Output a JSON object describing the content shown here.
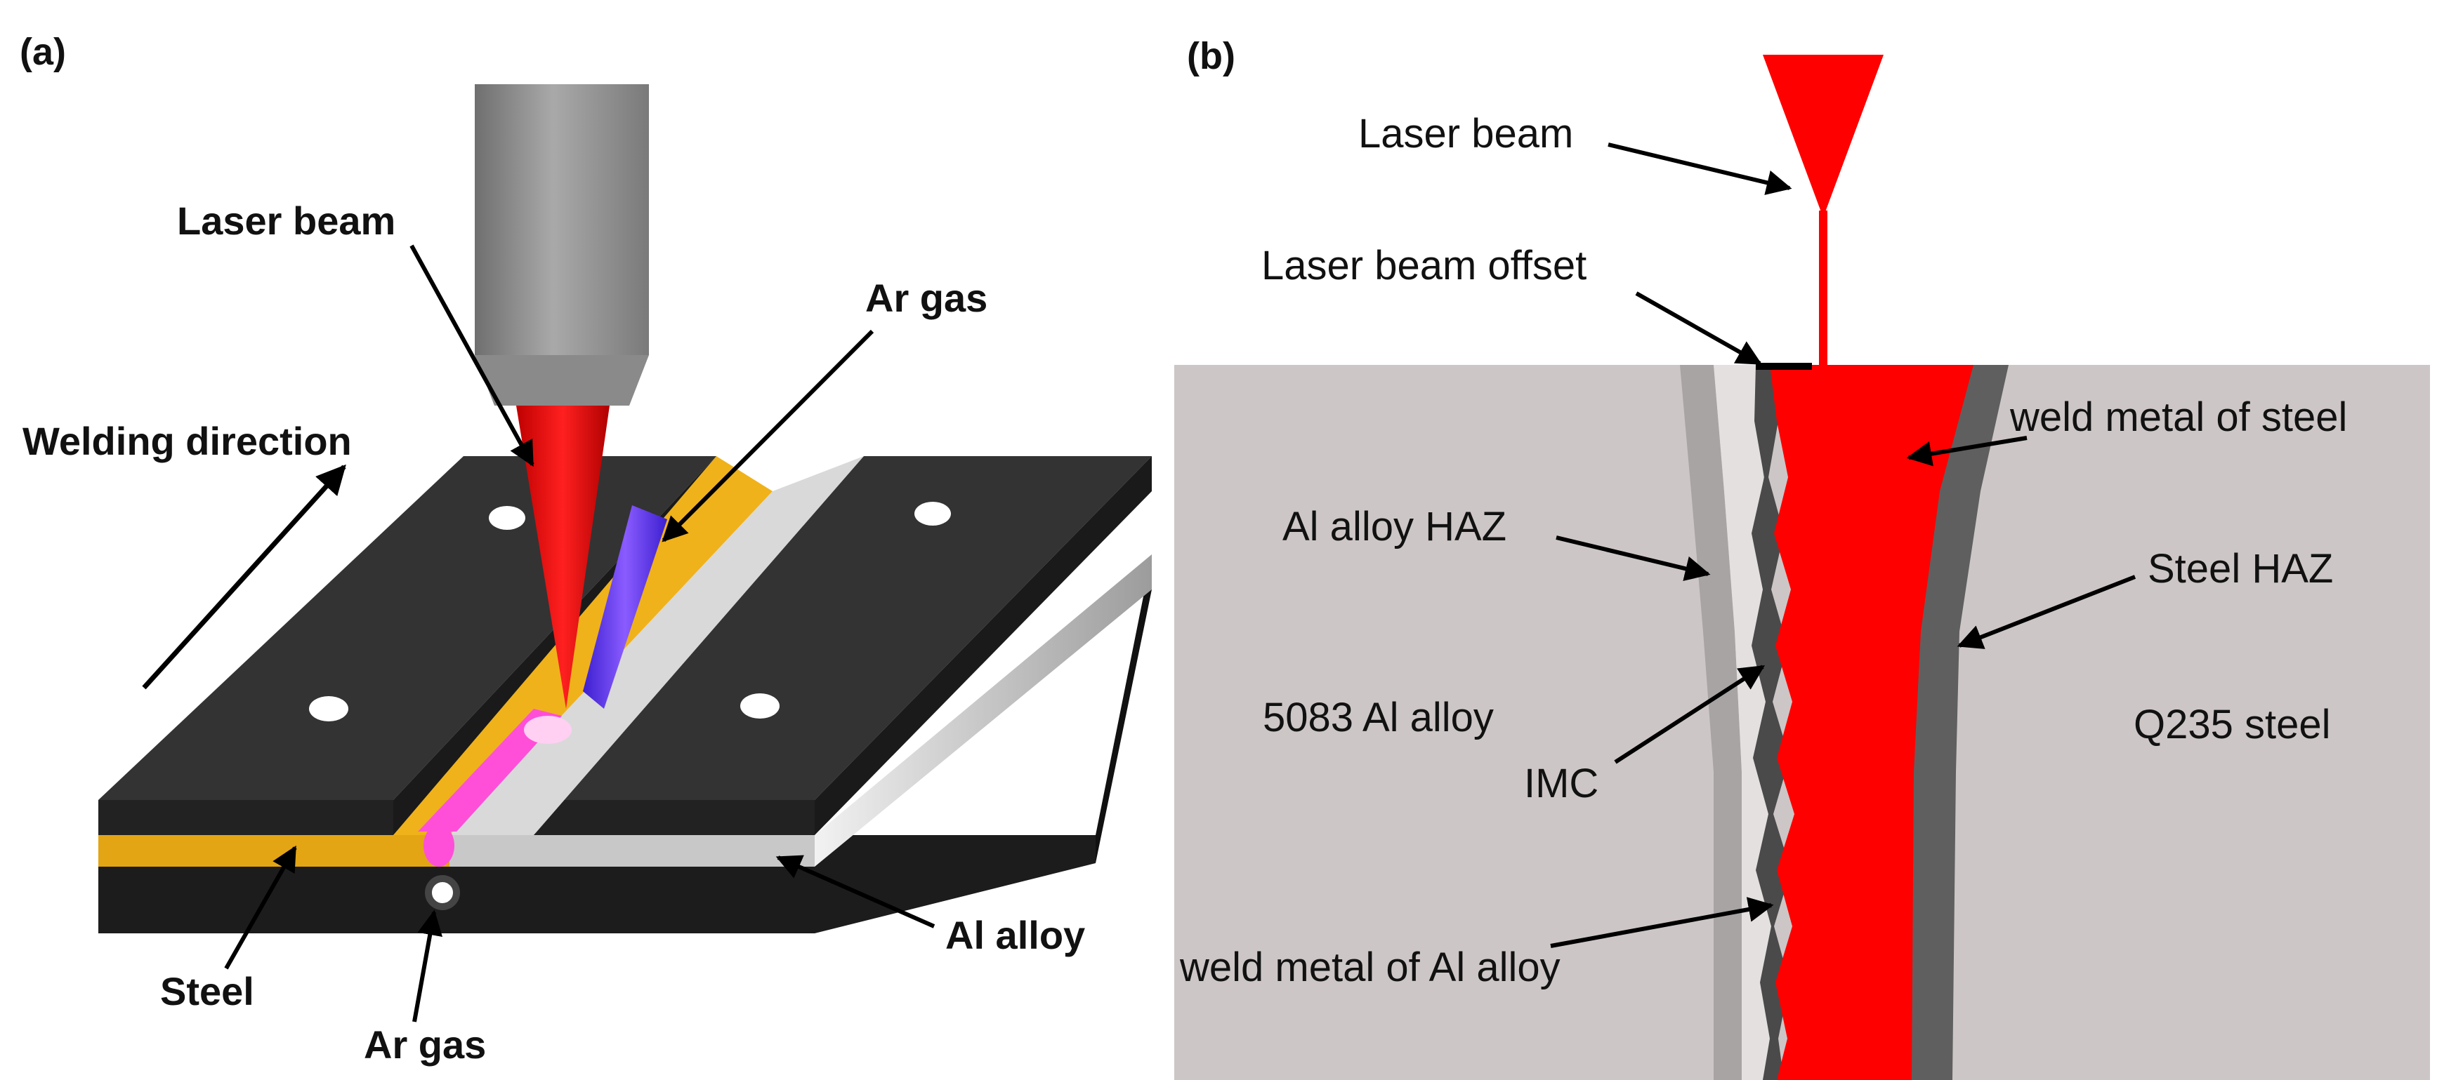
{
  "panels": {
    "a": {
      "tag": "(a)",
      "labels": {
        "laser_beam": "Laser beam",
        "ar_gas_top": "Ar gas",
        "welding_direction": "Welding direction",
        "steel": "Steel",
        "ar_gas_bottom": "Ar gas",
        "al_alloy": "Al alloy"
      }
    },
    "b": {
      "tag": "(b)",
      "labels": {
        "laser_beam": "Laser beam",
        "laser_beam_offset": "Laser beam offset",
        "weld_metal_steel": "weld metal of steel",
        "al_alloy_haz": "Al alloy HAZ",
        "steel_haz": "Steel HAZ",
        "al_5083": "5083 Al alloy",
        "q235_steel": "Q235 steel",
        "imc": "IMC",
        "weld_metal_al": "weld metal of Al alloy"
      }
    }
  },
  "colors": {
    "laser": "#ff0000",
    "argon_nozzle": "#6a3cff",
    "steel_plate": "#f0b21a",
    "al_plate": "#c8c8c8",
    "clamp": "#2a2a2a",
    "weld_bead": "#ff4fd8",
    "base_metal_bg": "#cdc6c6",
    "haz_al": "#a8a4a4",
    "haz_steel": "#5f5f5f"
  }
}
